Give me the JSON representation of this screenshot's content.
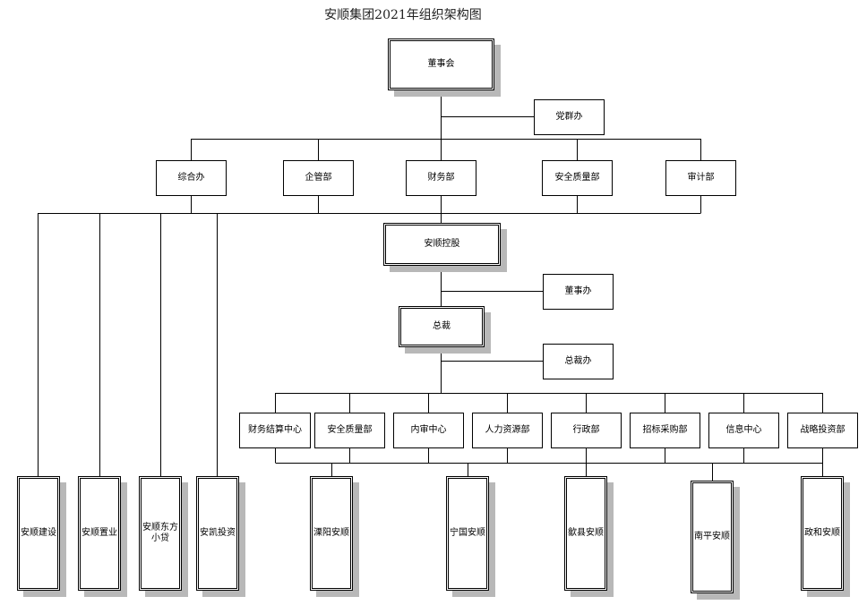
{
  "title": "安顺集团2021年组织架构图",
  "nodes": {
    "board": "董事会",
    "party_office": "党群办",
    "l1_general_office": "综合办",
    "l1_enterprise_mgmt": "企管部",
    "l1_finance": "财务部",
    "l1_safety_quality": "安全质量部",
    "l1_audit": "审计部",
    "holding": "安顺控股",
    "board_office": "董事办",
    "president": "总裁",
    "president_office": "总裁办",
    "d_fin_settlement": "财务结算中心",
    "d_safety_quality": "安全质量部",
    "d_internal_audit": "内审中心",
    "d_hr": "人力资源部",
    "d_admin": "行政部",
    "d_procurement": "招标采购部",
    "d_info": "信息中心",
    "d_strategy": "战略投资部",
    "s_construction": "安顺建设",
    "s_realestate": "安顺置业",
    "s_microloan": "安顺东方小贷",
    "s_investment": "安凯投资",
    "s_liyang": "溧阳安顺",
    "s_ningguo": "宁国安顺",
    "s_shexian": "歙县安顺",
    "s_nanping": "南平安顺",
    "s_zhenghe": "政和安顺"
  }
}
